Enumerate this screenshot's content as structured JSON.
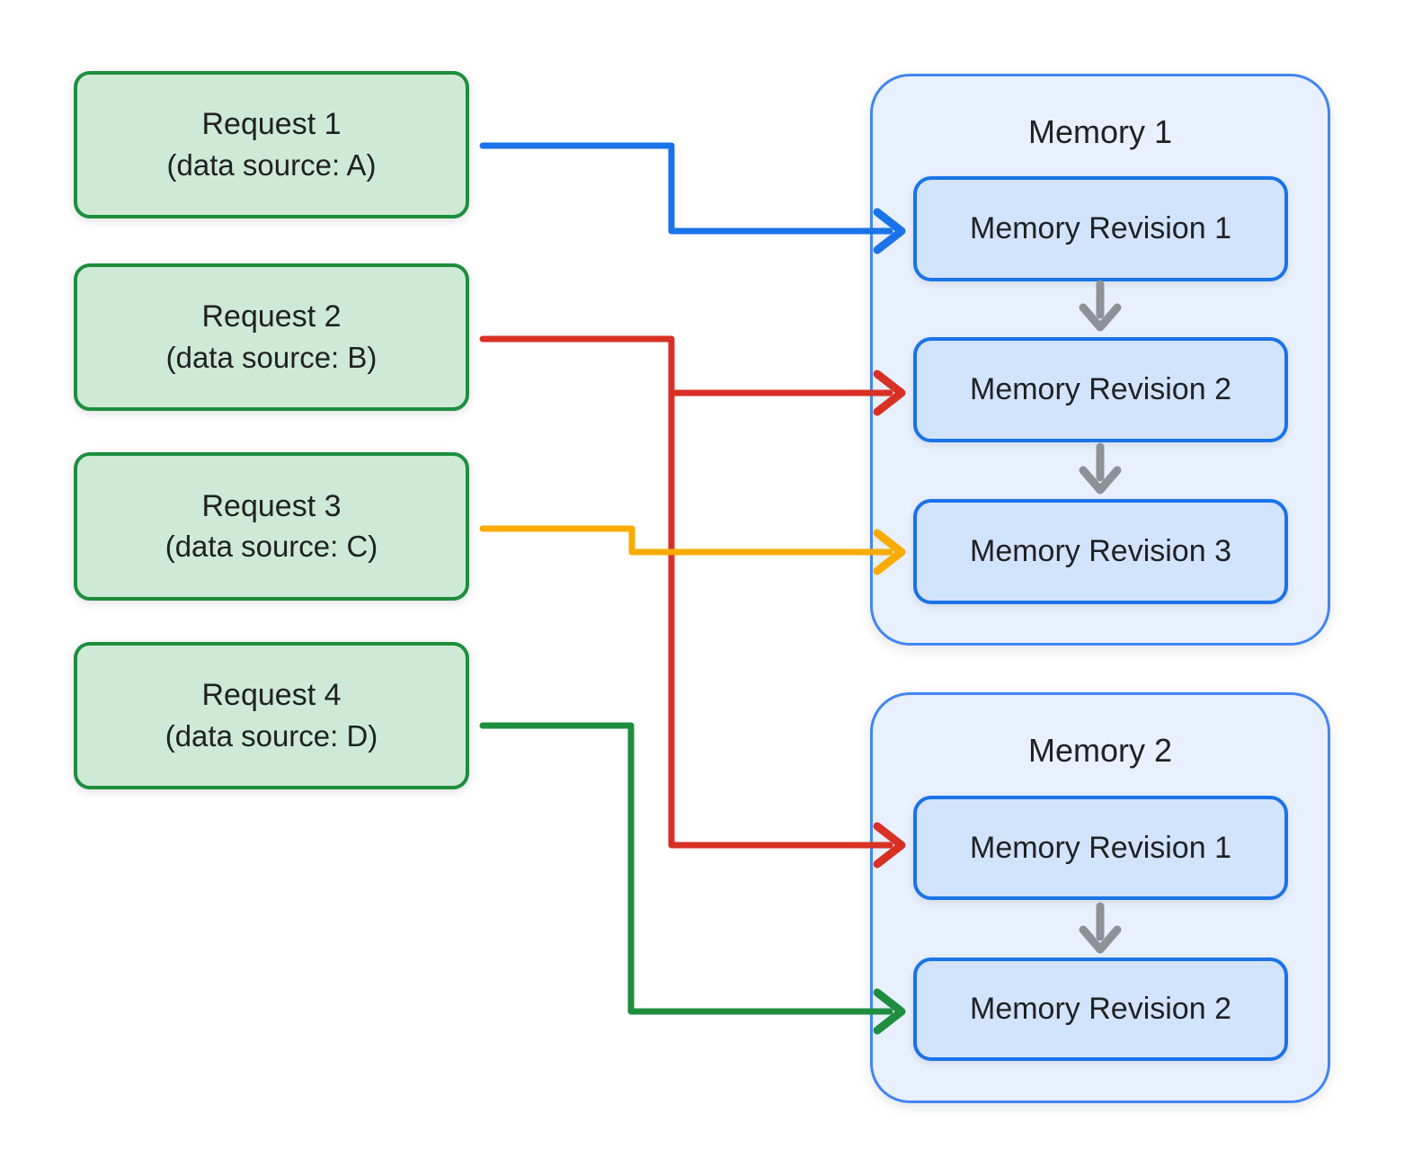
{
  "diagram": {
    "requests": [
      {
        "title": "Request 1",
        "subtitle": "(data source: A)"
      },
      {
        "title": "Request 2",
        "subtitle": "(data source: B)"
      },
      {
        "title": "Request 3",
        "subtitle": "(data source: C)"
      },
      {
        "title": "Request 4",
        "subtitle": "(data source: D)"
      }
    ],
    "memories": [
      {
        "title": "Memory 1",
        "revisions": [
          "Memory Revision 1",
          "Memory Revision 2",
          "Memory Revision 3"
        ]
      },
      {
        "title": "Memory 2",
        "revisions": [
          "Memory Revision 1",
          "Memory Revision 2"
        ]
      }
    ],
    "connections": [
      {
        "from": "Request 1 (data source: A)",
        "to": "Memory 1 / Memory Revision 1",
        "color": "#1a73e8"
      },
      {
        "from": "Request 2 (data source: B)",
        "to": "Memory 1 / Memory Revision 2",
        "color": "#d93025"
      },
      {
        "from": "Request 2 (data source: B)",
        "to": "Memory 2 / Memory Revision 1",
        "color": "#d93025"
      },
      {
        "from": "Request 3 (data source: C)",
        "to": "Memory 1 / Memory Revision 3",
        "color": "#f9ab00"
      },
      {
        "from": "Request 4 (data source: D)",
        "to": "Memory 2 / Memory Revision 2",
        "color": "#1e8e3e"
      }
    ],
    "colors": {
      "blue": "#1a73e8",
      "red": "#d93025",
      "orange": "#f9ab00",
      "green": "#1e8e3e",
      "gray_arrow": "#8e9298",
      "request_fill": "#ceead6",
      "request_border": "#1e8e3e",
      "memory_fill": "#e8f0fe",
      "memory_border": "#4285f4",
      "revision_fill": "#d2e3fc",
      "revision_border": "#1a73e8"
    }
  }
}
